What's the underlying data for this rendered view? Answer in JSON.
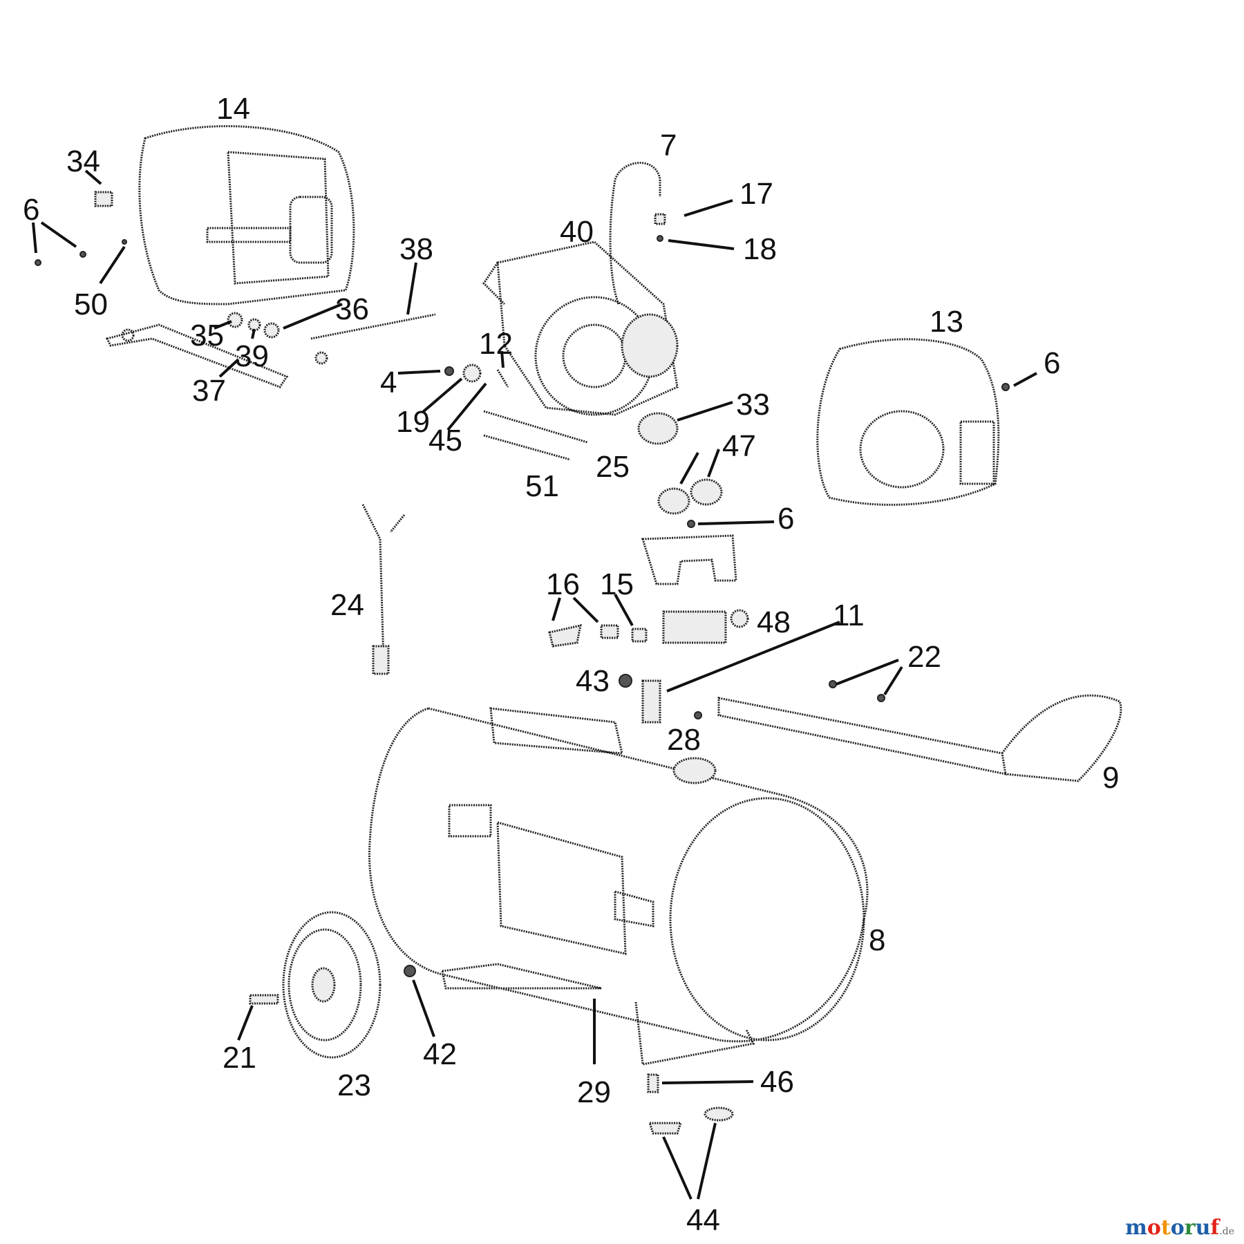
{
  "callouts": [
    {
      "id": "c1",
      "text": "14"
    },
    {
      "id": "c2",
      "text": "34"
    },
    {
      "id": "c3",
      "text": "6"
    },
    {
      "id": "c4",
      "text": "50"
    },
    {
      "id": "c5",
      "text": "35"
    },
    {
      "id": "c6",
      "text": "39"
    },
    {
      "id": "c7",
      "text": "36"
    },
    {
      "id": "c8",
      "text": "37"
    },
    {
      "id": "c9",
      "text": "38"
    },
    {
      "id": "c10",
      "text": "7"
    },
    {
      "id": "c11",
      "text": "17"
    },
    {
      "id": "c12",
      "text": "18"
    },
    {
      "id": "c13",
      "text": "40"
    },
    {
      "id": "c14",
      "text": "12"
    },
    {
      "id": "c15",
      "text": "4"
    },
    {
      "id": "c16",
      "text": "19"
    },
    {
      "id": "c17",
      "text": "45"
    },
    {
      "id": "c18",
      "text": "25"
    },
    {
      "id": "c19",
      "text": "51"
    },
    {
      "id": "c20",
      "text": "33"
    },
    {
      "id": "c21",
      "text": "13"
    },
    {
      "id": "c22",
      "text": "6"
    },
    {
      "id": "c23",
      "text": "47"
    },
    {
      "id": "c24",
      "text": "6"
    },
    {
      "id": "c25",
      "text": "24"
    },
    {
      "id": "c26",
      "text": "16"
    },
    {
      "id": "c27",
      "text": "15"
    },
    {
      "id": "c28",
      "text": "48"
    },
    {
      "id": "c29",
      "text": "11"
    },
    {
      "id": "c30",
      "text": "22"
    },
    {
      "id": "c31",
      "text": "43"
    },
    {
      "id": "c32",
      "text": "28"
    },
    {
      "id": "c33",
      "text": "9"
    },
    {
      "id": "c34",
      "text": "8"
    },
    {
      "id": "c35",
      "text": "21"
    },
    {
      "id": "c36",
      "text": "23"
    },
    {
      "id": "c37",
      "text": "42"
    },
    {
      "id": "c38",
      "text": "29"
    },
    {
      "id": "c39",
      "text": "46"
    },
    {
      "id": "c40",
      "text": "44"
    }
  ],
  "watermark": {
    "brand_parts": [
      {
        "text": "m",
        "color": "#1f5fa8"
      },
      {
        "text": "o",
        "color": "#e2231a"
      },
      {
        "text": "t",
        "color": "#f39200"
      },
      {
        "text": "o",
        "color": "#1f5fa8"
      },
      {
        "text": "r",
        "color": "#2e8b3d"
      },
      {
        "text": "u",
        "color": "#1f5fa8"
      },
      {
        "text": "f",
        "color": "#e2231a"
      }
    ],
    "suffix": ".de"
  }
}
